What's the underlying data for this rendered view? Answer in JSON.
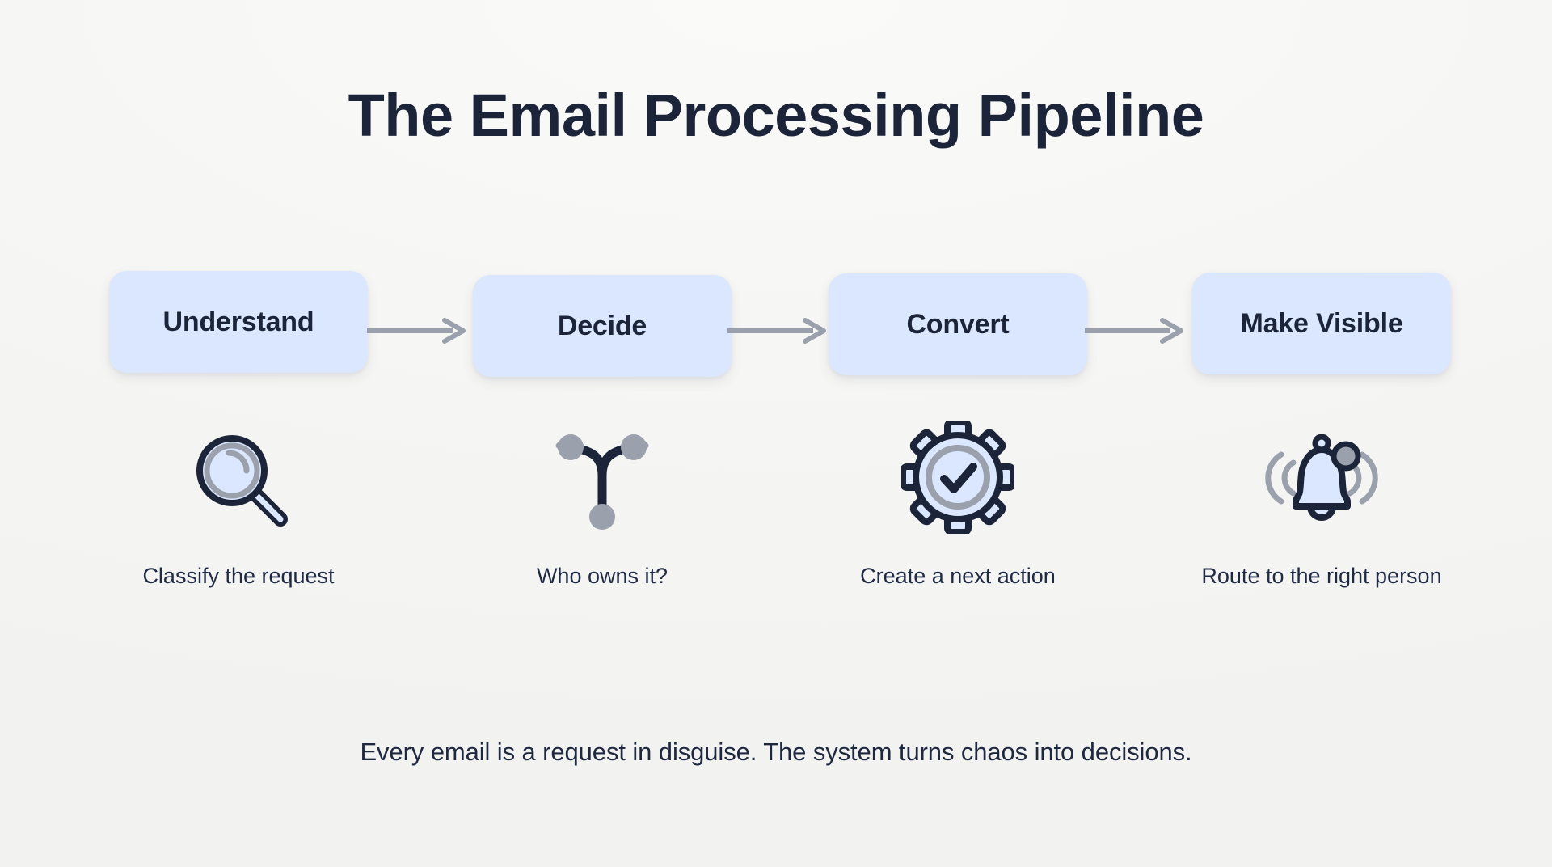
{
  "page": {
    "title": "The Email Processing Pipeline",
    "footer_note": "Every email is a request in disguise. The system turns chaos into decisions.",
    "background_color": "#f6f6f4",
    "ink_color": "#1b2438",
    "chip_color": "#dbe7fe",
    "accent_gray": "#9aa1ad"
  },
  "pipeline": {
    "arrow_icon_name": "arrow-right-icon",
    "steps": [
      {
        "label": "Understand",
        "caption": "Classify the request",
        "icon": "magnifier-icon"
      },
      {
        "label": "Decide",
        "caption": "Who owns it?",
        "icon": "branch-fork-icon"
      },
      {
        "label": "Convert",
        "caption": "Create a next action",
        "icon": "gear-check-icon"
      },
      {
        "label": "Make Visible",
        "caption": "Route to the right person",
        "icon": "bell-alert-icon"
      }
    ]
  }
}
